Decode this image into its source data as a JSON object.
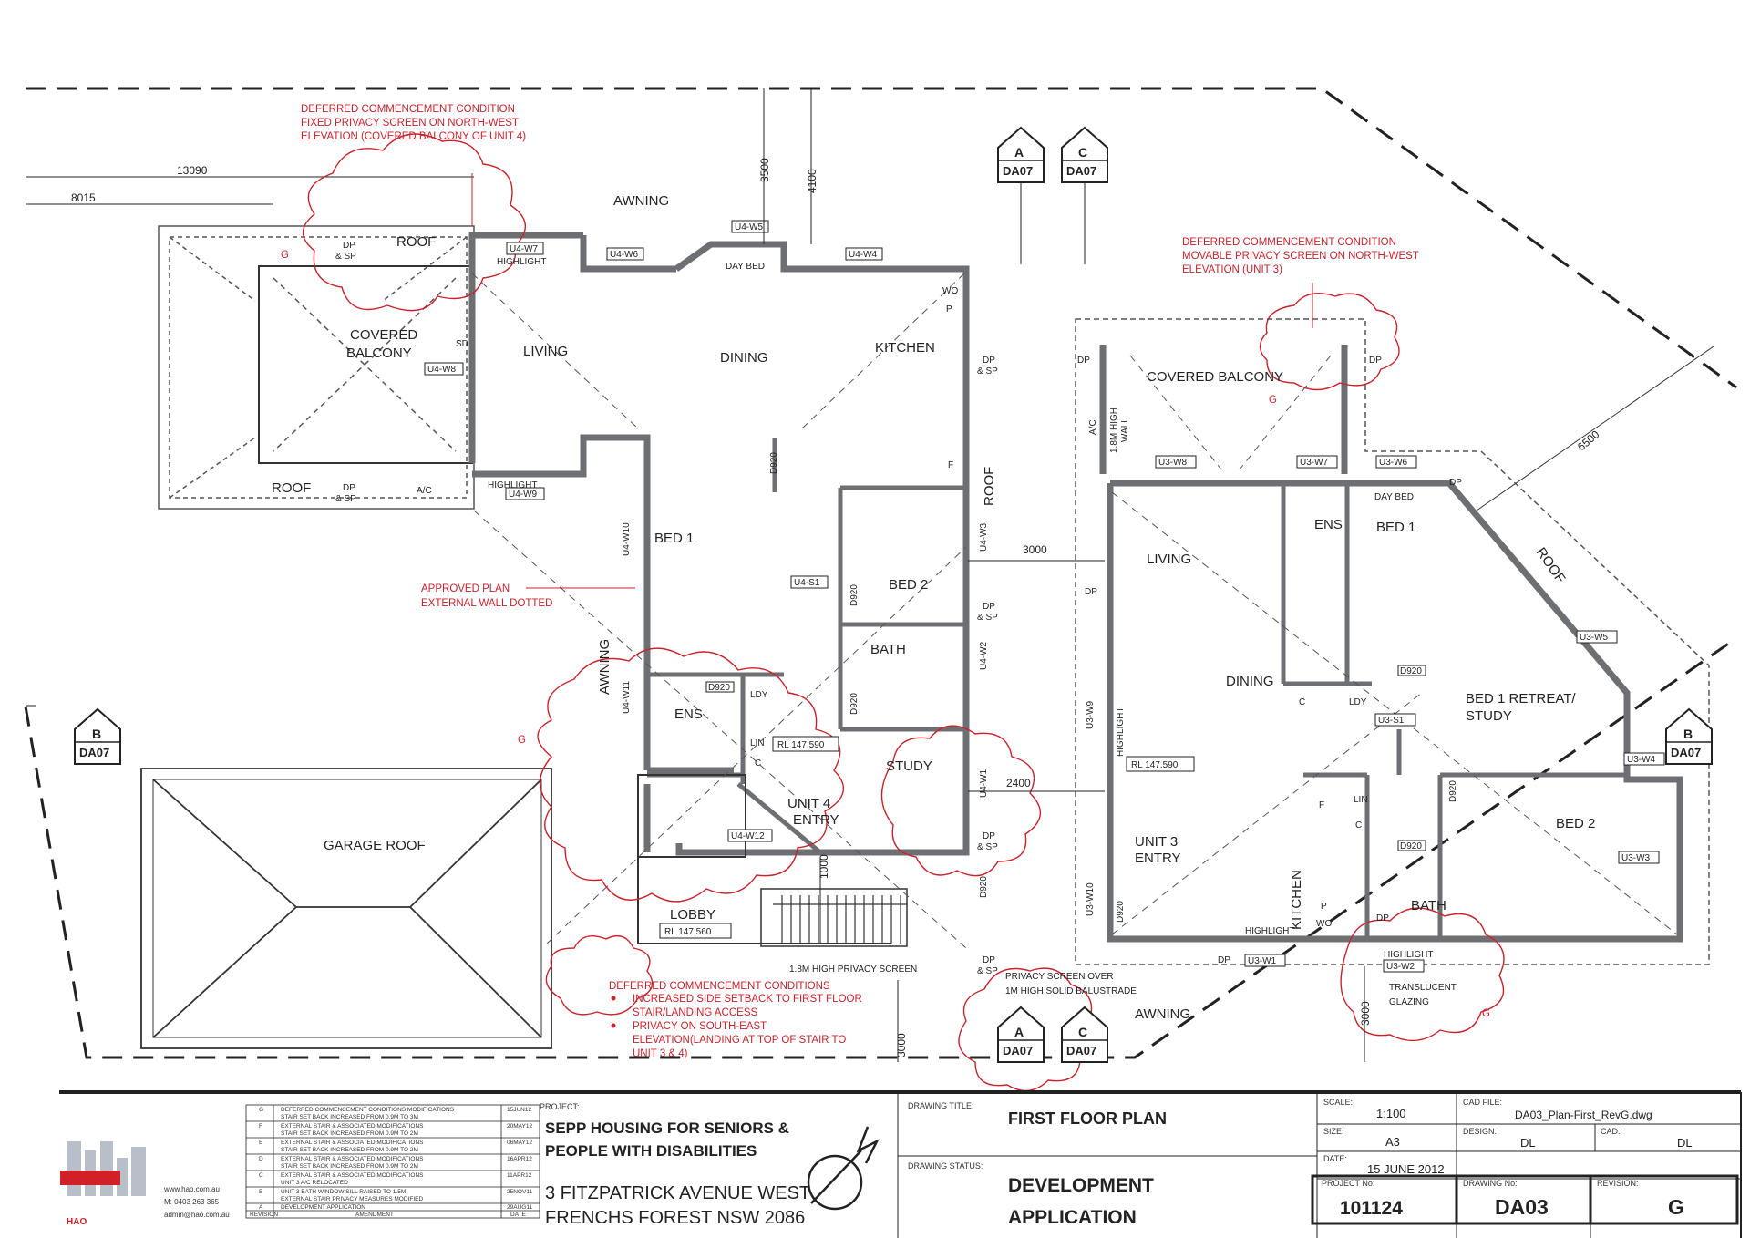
{
  "plan": {
    "rooms_unit4": {
      "roof_top": "ROOF",
      "roof_bottom": "ROOF",
      "covered_balcony": [
        "COVERED",
        "BALCONY"
      ],
      "living": "LIVING",
      "dining": "DINING",
      "kitchen": "KITCHEN",
      "day_bed": "DAY BED",
      "bed1": "BED 1",
      "bed2": "BED 2",
      "bath": "BATH",
      "ens": "ENS",
      "ldy": "LDY",
      "lin": "LIN",
      "c": "C",
      "study": "STUDY",
      "entry": [
        "UNIT 4",
        "ENTRY"
      ],
      "lobby": "LOBBY",
      "lobby_rl": "RL 147.560",
      "rl": "RL 147.590",
      "wo": "WO",
      "p": "P",
      "f": "F",
      "ac": "A/C",
      "roof_side": "ROOF"
    },
    "rooms_unit3": {
      "covered_balcony": "COVERED BALCONY",
      "living": "LIVING",
      "dining": "DINING",
      "kitchen": "KITCHEN",
      "ens": "ENS",
      "bed1": "BED 1",
      "day_bed": "DAY BED",
      "bed1_retreat": [
        "BED 1 RETREAT/",
        "STUDY"
      ],
      "bed2": "BED 2",
      "bath": "BATH",
      "ldy": "LDY",
      "lin": "LIN",
      "c": "C",
      "f": "F",
      "p": "P",
      "wo": "WO",
      "entry": [
        "UNIT 3",
        "ENTRY"
      ],
      "rl": "RL 147.590",
      "ac": "A/C",
      "wall": [
        "1.8M HIGH",
        "WALL"
      ],
      "roof": "ROOF",
      "highlight": "HIGHLIGHT"
    },
    "site": {
      "awning_top": "AWNING",
      "awning_side": "AWNING",
      "awning_bottom": "AWNING",
      "garage_roof": "GARAGE ROOF",
      "privacy_screen": "1.8M HIGH PRIVACY SCREEN",
      "privacy_over": [
        "PRIVACY SCREEN OVER",
        "1M HIGH SOLID BALUSTRADE"
      ],
      "translucent": [
        "TRANSLUCENT",
        "GLAZING"
      ],
      "highlight_w9": "HIGHLIGHT",
      "highlight_w7": "HIGHLIGHT",
      "highlight_w2": "HIGHLIGHT",
      "highlight_kit": "HIGHLIGHT",
      "highlight_vert": "HIGHLIGHT"
    },
    "window_tags": [
      "U4-W7",
      "U4-W6",
      "U4-W5",
      "U4-W4",
      "U4-W8",
      "U4-W9",
      "U4-W10",
      "U4-W11",
      "U4-W12",
      "U4-W3",
      "U4-W2",
      "U4-W1",
      "U4-S1",
      "U3-W8",
      "U3-W7",
      "U3-W6",
      "U3-W5",
      "U3-W4",
      "U3-W3",
      "U3-W2",
      "U3-W1",
      "U3-W9",
      "U3-W10",
      "U3-S1"
    ],
    "door_tags": [
      "D920"
    ],
    "dp": "DP",
    "dpsp": [
      "DP",
      "& SP"
    ],
    "sd": "SD",
    "dimensions": {
      "d13090": "13090",
      "d8015": "8015",
      "d3500": "3500",
      "d4100": "4100",
      "d3000a": "3000",
      "d2400": "2400",
      "d6500": "6500",
      "d1000": "1000",
      "d3000b": "3000",
      "d3000c": "3000"
    },
    "sections": {
      "a": "A",
      "c": "C",
      "b": "B",
      "ref": "DA07"
    },
    "notes": {
      "nw_unit4": [
        "DEFERRED COMMENCEMENT CONDITION",
        "FIXED PRIVACY SCREEN ON NORTH-WEST",
        "ELEVATION (COVERED BALCONY OF UNIT 4)"
      ],
      "nw_unit3": [
        "DEFERRED COMMENCEMENT CONDITION",
        "MOVABLE PRIVACY SCREEN ON NORTH-WEST",
        "ELEVATION (UNIT 3)"
      ],
      "approved": [
        "APPROVED PLAN",
        "EXTERNAL WALL DOTTED"
      ],
      "conditions_title": "DEFERRED COMMENCEMENT CONDITIONS",
      "conditions": [
        "INCREASED SIDE SETBACK TO FIRST FLOOR",
        "STAIR/LANDING ACCESS",
        "PRIVACY ON SOUTH-EAST",
        "ELEVATION(LANDING AT TOP OF STAIR TO",
        "UNIT 3 & 4)"
      ],
      "rev_mark": "G"
    }
  },
  "title_block": {
    "revisions": [
      {
        "rev": "G",
        "text": [
          "DEFERRED COMMENCEMENT CONDITIONS MODIFICATIONS",
          "STAIR SET BACK INCREASED FROM 0.9M TO 3M"
        ],
        "date": "15JUN12"
      },
      {
        "rev": "F",
        "text": [
          "EXTERNAL STAIR & ASSOCIATED MODIFICATIONS",
          "STAIR SET BACK INCREASED FROM 0.9M TO 2M"
        ],
        "date": "20MAY12"
      },
      {
        "rev": "E",
        "text": [
          "EXTERNAL STAIR & ASSOCIATED MODIFICATIONS",
          "STAIR SET BACK INCREASED FROM 0.9M TO 2M"
        ],
        "date": "06MAY12"
      },
      {
        "rev": "D",
        "text": [
          "EXTERNAL STAIR & ASSOCIATED MODIFICATIONS",
          "STAIR SET BACK INCREASED FROM 0.9M TO 2M"
        ],
        "date": "16APR12"
      },
      {
        "rev": "C",
        "text": [
          "EXTERNAL STAIR & ASSOCIATED MODIFICATIONS",
          "UNIT 3 A/C RELOCATED"
        ],
        "date": "11APR12"
      },
      {
        "rev": "B",
        "text": [
          "UNIT 3 BATH WINDOW SILL RAISED TO 1.5M",
          "EXTERNAL STAIR PRIVACY MEASURES MODIFIED"
        ],
        "date": "25NOV11"
      },
      {
        "rev": "A",
        "text": [
          "DEVELOPMENT APPLICATION"
        ],
        "date": "29AUG11"
      }
    ],
    "rev_header": "REVISION",
    "amend_header": "AMENDMENT",
    "date_header": "DATE",
    "project_label": "PROJECT:",
    "project": [
      "SEPP HOUSING FOR SENIORS &",
      "PEOPLE WITH DISABILITIES"
    ],
    "address": [
      "3 FITZPATRICK AVENUE WEST",
      "FRENCHS FOREST NSW 2086"
    ],
    "contact": [
      "www.hao.com.au",
      "M: 0403 263 365",
      "admin@hao.com.au"
    ],
    "logo_text": "HAO",
    "drawing_title_label": "DRAWING TITLE:",
    "drawing_title": "FIRST FLOOR PLAN",
    "drawing_status_label": "DRAWING STATUS:",
    "drawing_status": [
      "DEVELOPMENT",
      "APPLICATION"
    ],
    "scale_label": "SCALE:",
    "scale": "1:100",
    "size_label": "SIZE:",
    "size": "A3",
    "date_label": "DATE:",
    "date": "15 JUNE 2012",
    "cad_label": "CAD FILE:",
    "cad": "DA03_Plan-First_RevG.dwg",
    "design_label": "DESIGN:",
    "design": "DL",
    "cad_by_label": "CAD:",
    "cad_by": "DL",
    "project_no_label": "PROJECT No:",
    "project_no": "101124",
    "drawing_no_label": "DRAWING No:",
    "drawing_no": "DA03",
    "revision_label": "REVISION:",
    "revision": "G"
  },
  "colors": {
    "ink": "#222222",
    "wall": "#6d6f72",
    "red": "#c8232c",
    "logo_red": "#d22027",
    "logo_grey": "#b9bfc8"
  }
}
